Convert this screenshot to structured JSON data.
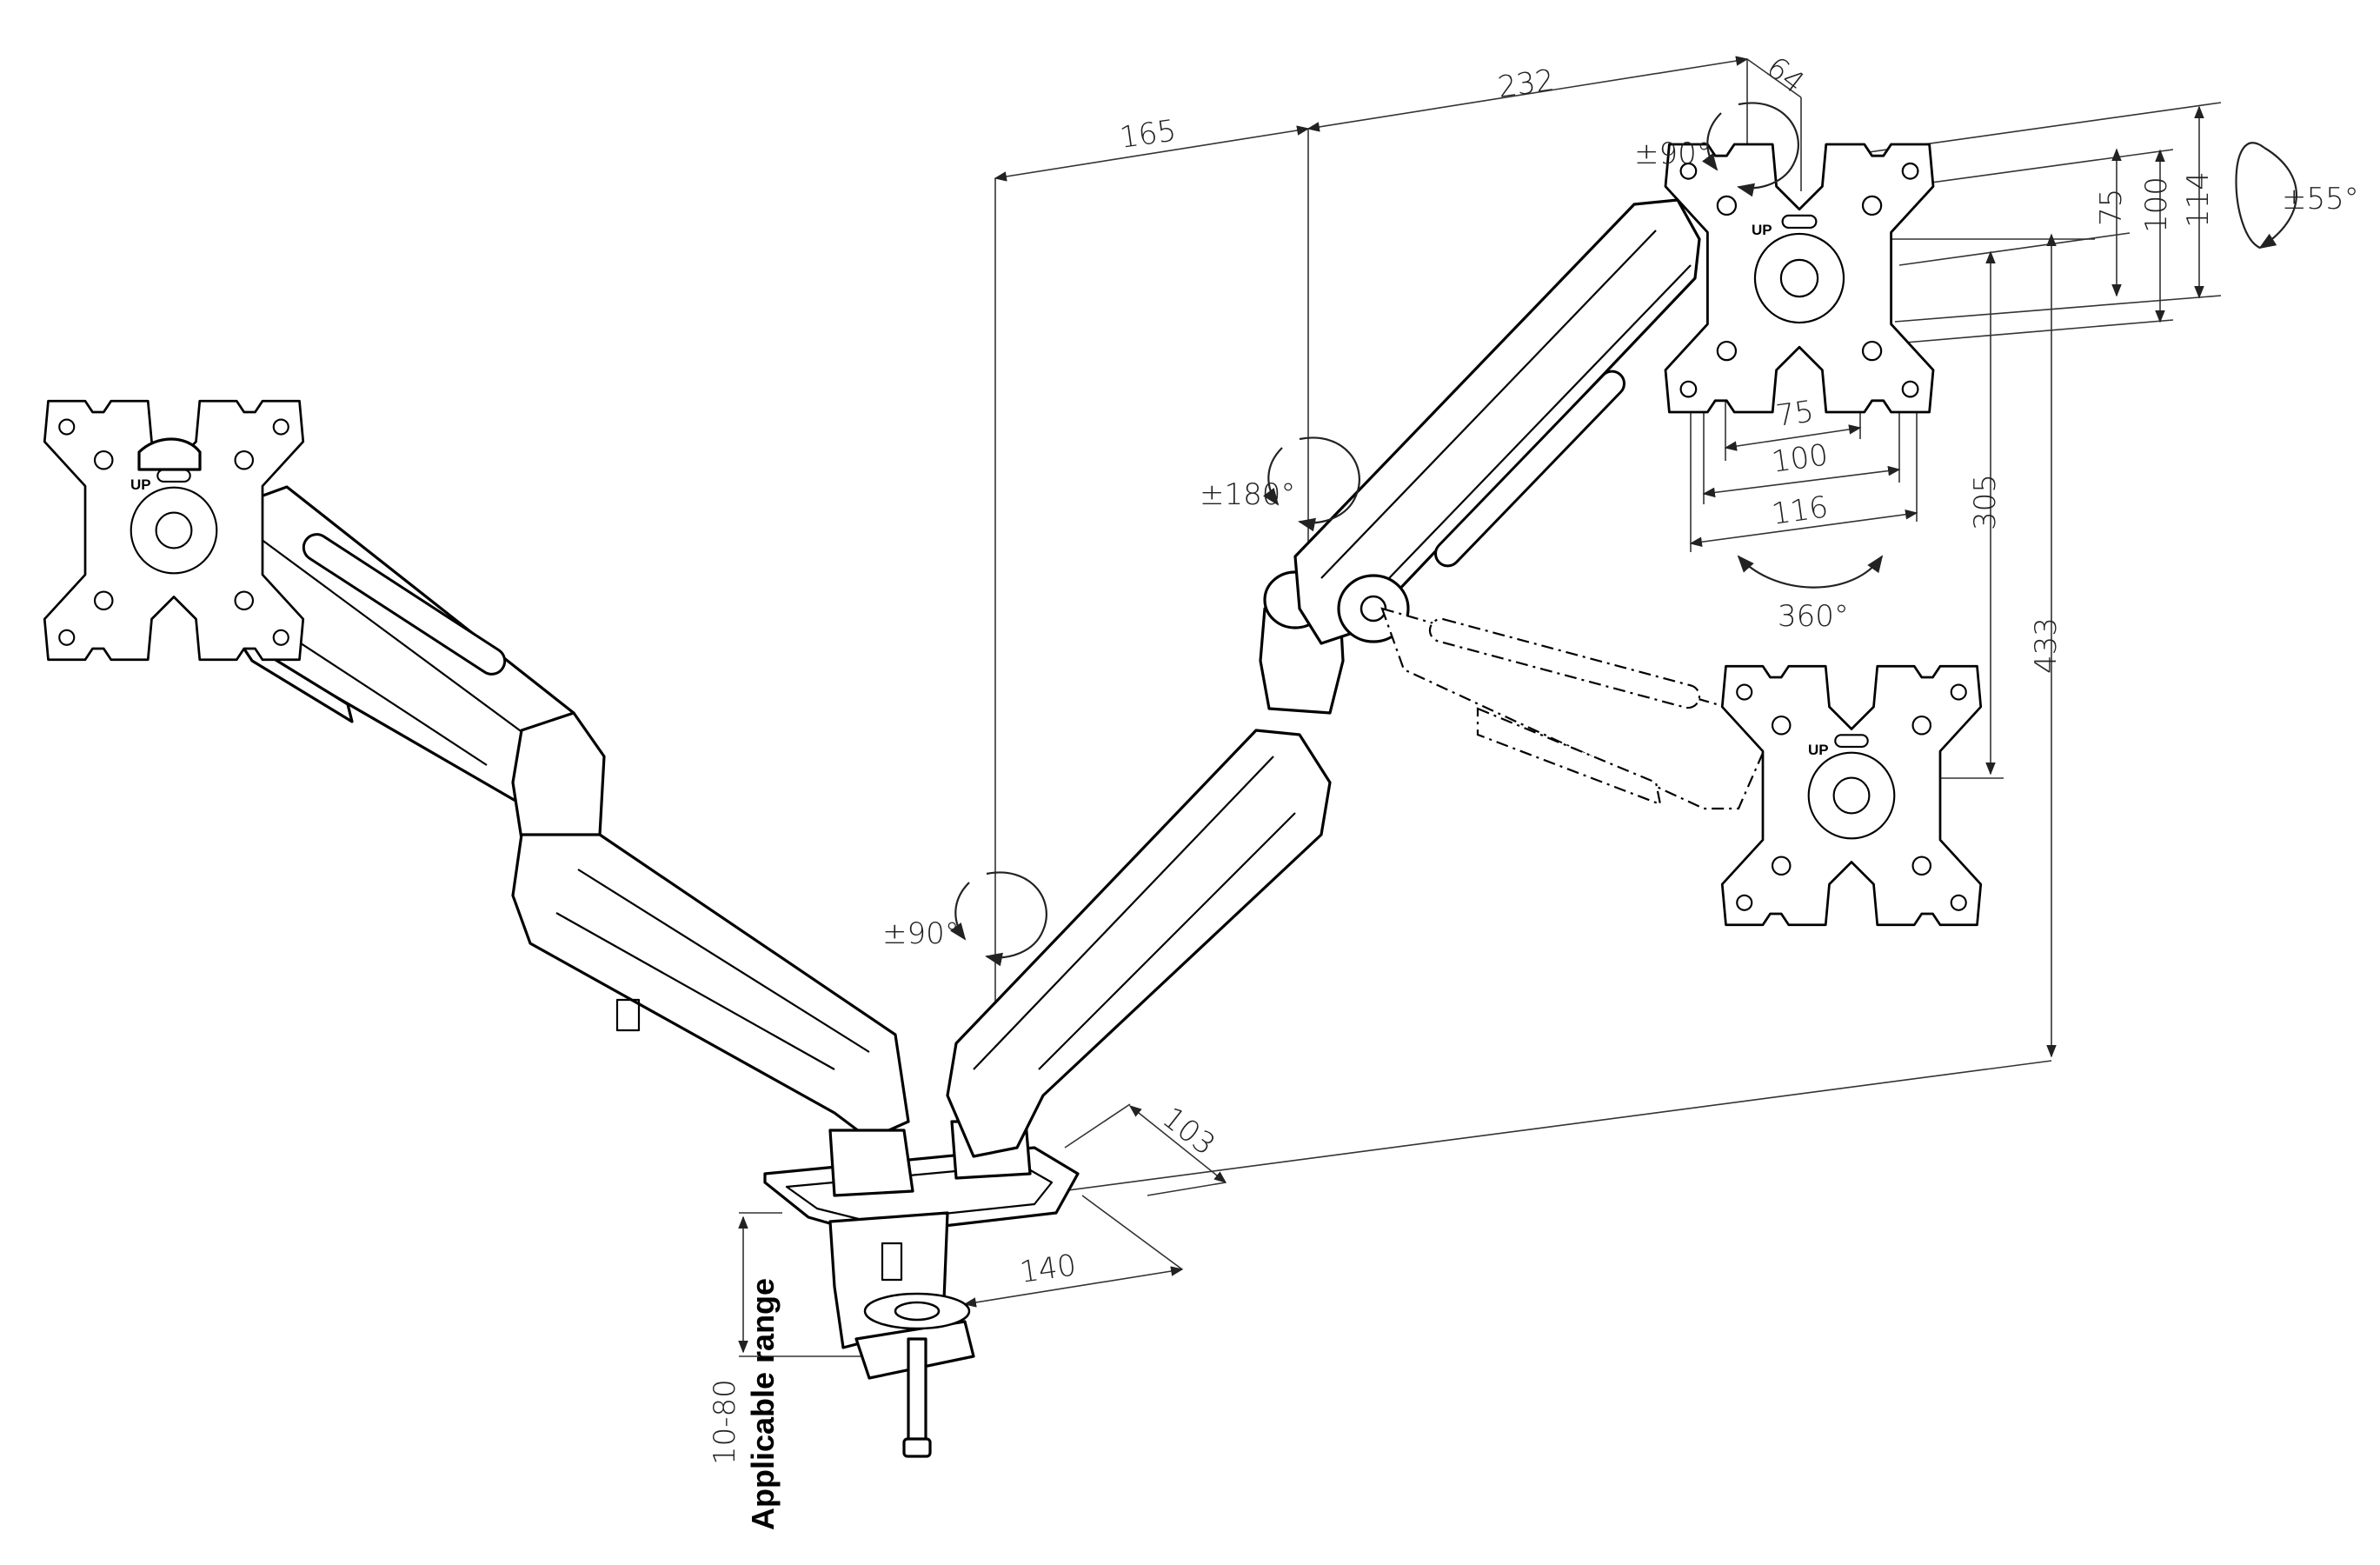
{
  "diagram": {
    "dimensions": {
      "arm_spacing_165": "165",
      "arm_length_232": "232",
      "offset_64": "64",
      "vesa_v75": "75",
      "vesa_v100": "100",
      "plate_v114": "114",
      "vesa_h75": "75",
      "vesa_h100": "100",
      "plate_h116": "116",
      "height_305": "305",
      "height_433": "433",
      "base_103": "103",
      "base_140": "140"
    },
    "rotations": {
      "tilt": "±55°",
      "head_swivel": "±90°",
      "elbow_swivel": "±180°",
      "base_swivel": "±90°",
      "rotation": "360°"
    },
    "clamp": {
      "range": "10-80",
      "range_label": "Applicable range"
    },
    "plate_up_label": "UP"
  }
}
